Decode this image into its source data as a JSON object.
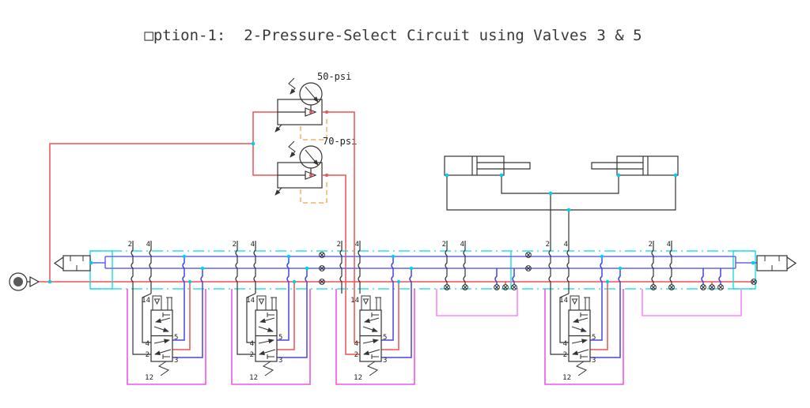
{
  "title": "□ption-1:  2-Pressure-Select Circuit using Valves 3 & 5",
  "pressure_labels": {
    "reg1": "50-psi",
    "reg2": "70-psi"
  },
  "tap_labels": {
    "port2": "2",
    "port4": "4"
  },
  "valve_labels": {
    "pilot_top": "14",
    "port4": "4",
    "port5": "5",
    "port2": "2",
    "port3": "3",
    "pilot_bottom": "12"
  },
  "colors": {
    "supply_line": "#f25151",
    "exhaust_rail": "#6565f0",
    "exhaust_drop": "#4646e0",
    "manifold_outline": "#00dede",
    "pilot_line": "#ee55ee",
    "blank_pilot_line": "#ff85f3",
    "regulator_pilot_line": "#ffac66",
    "drawing_line": "#333333",
    "junction_dot": "#00cfe4"
  }
}
